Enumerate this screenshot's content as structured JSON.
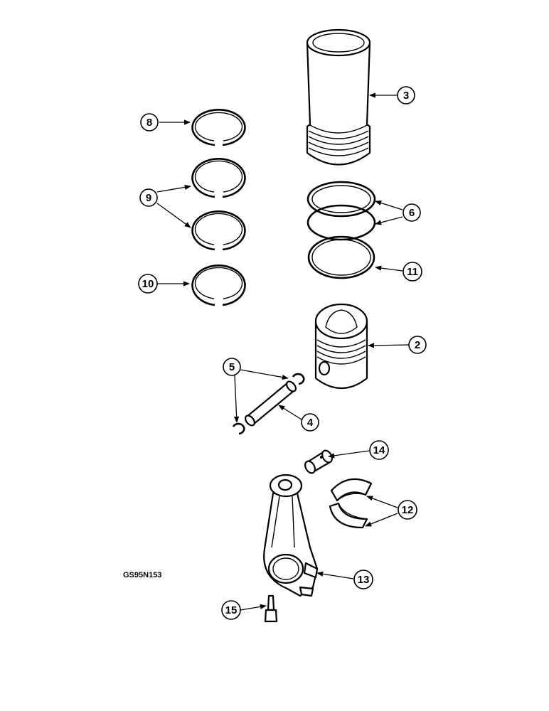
{
  "diagram": {
    "figure_code": "GS95N153",
    "callouts": {
      "c2": "2",
      "c3": "3",
      "c4": "4",
      "c5": "5",
      "c6": "6",
      "c8": "8",
      "c9": "9",
      "c10": "10",
      "c11": "11",
      "c12": "12",
      "c13": "13",
      "c14": "14",
      "c15": "15"
    }
  }
}
